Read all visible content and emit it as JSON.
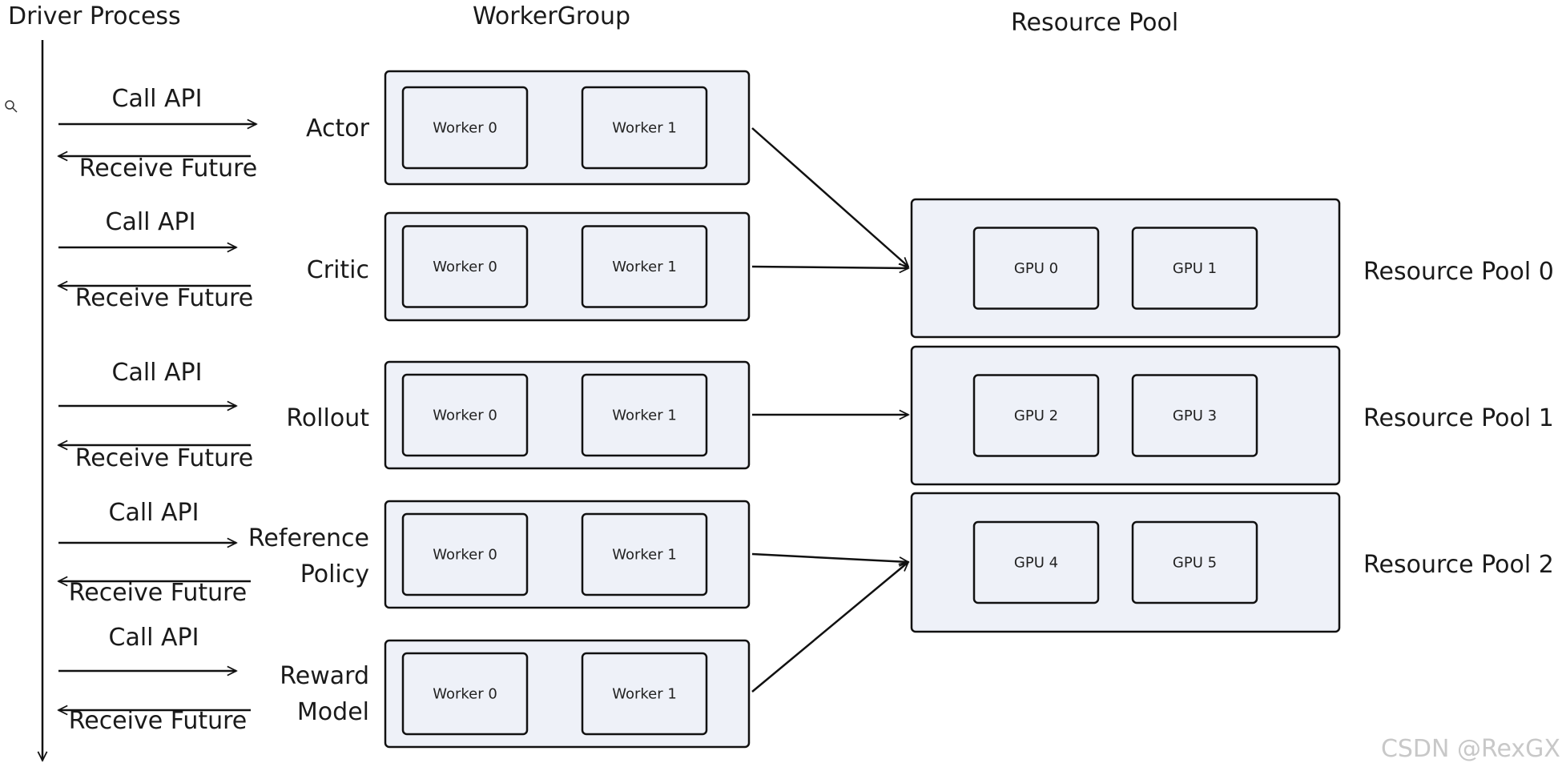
{
  "headers": {
    "driver": "Driver Process",
    "worker_group": "WorkerGroup",
    "resource_pool": "Resource Pool"
  },
  "messages": {
    "call": "Call API",
    "receive": "Receive Future"
  },
  "groups": [
    {
      "label_lines": [
        "Actor"
      ],
      "workers": [
        "Worker 0",
        "Worker 1"
      ]
    },
    {
      "label_lines": [
        "Critic"
      ],
      "workers": [
        "Worker 0",
        "Worker 1"
      ]
    },
    {
      "label_lines": [
        "Rollout"
      ],
      "workers": [
        "Worker 0",
        "Worker 1"
      ]
    },
    {
      "label_lines": [
        "Reference",
        "Policy"
      ],
      "workers": [
        "Worker 0",
        "Worker 1"
      ]
    },
    {
      "label_lines": [
        "Reward",
        "Model"
      ],
      "workers": [
        "Worker 0",
        "Worker 1"
      ]
    }
  ],
  "pools": [
    {
      "label": "Resource Pool 0",
      "gpus": [
        "GPU 0",
        "GPU 1"
      ]
    },
    {
      "label": "Resource Pool 1",
      "gpus": [
        "GPU 2",
        "GPU 3"
      ]
    },
    {
      "label": "Resource Pool 2",
      "gpus": [
        "GPU 4",
        "GPU 5"
      ]
    }
  ],
  "watermark": "CSDN @RexGX"
}
